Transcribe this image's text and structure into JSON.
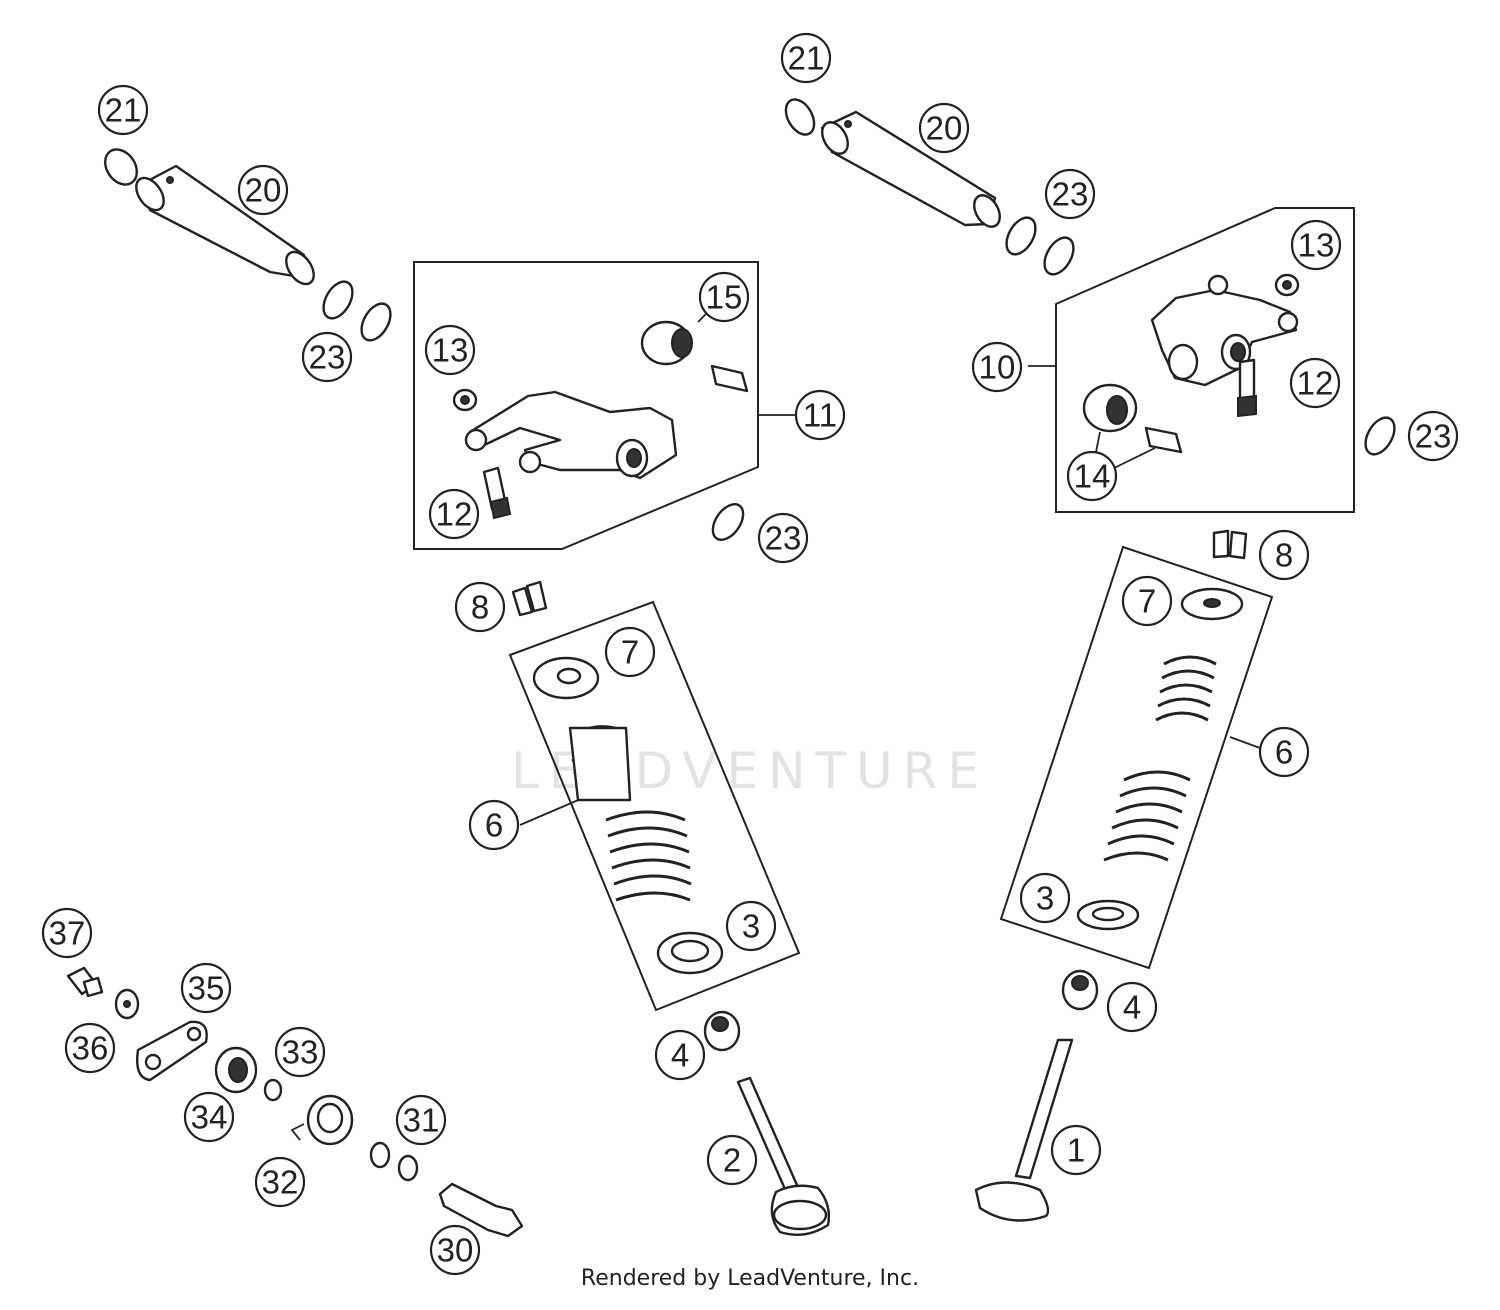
{
  "watermark": "LEADVENTURE",
  "footer": "Rendered by LeadVenture, Inc.",
  "callouts": {
    "c21a": "21",
    "c20a": "20",
    "c23a": "23",
    "c21b": "21",
    "c20b": "20",
    "c23b": "23",
    "c15": "15",
    "c13a": "13",
    "c11": "11",
    "c12a": "12",
    "c23c": "23",
    "c13b": "13",
    "c10": "10",
    "c12b": "12",
    "c23d": "23",
    "c14": "14",
    "c8a": "8",
    "c7a": "7",
    "c6a": "6",
    "c3a": "3",
    "c4a": "4",
    "c2": "2",
    "c8b": "8",
    "c7b": "7",
    "c6b": "6",
    "c3b": "3",
    "c4b": "4",
    "c1": "1",
    "c37": "37",
    "c35": "35",
    "c36": "36",
    "c33": "33",
    "c34": "34",
    "c31": "31",
    "c32": "32",
    "c30": "30"
  }
}
